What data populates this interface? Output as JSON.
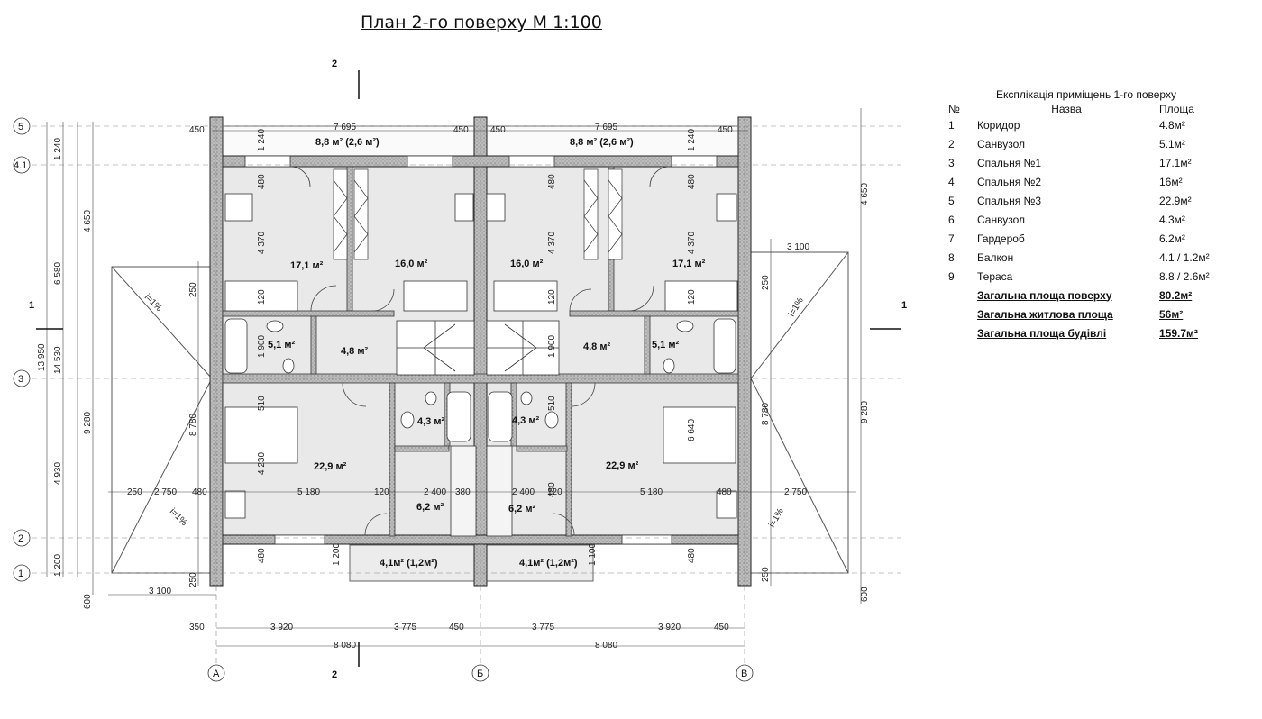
{
  "title": "План 2-го поверху М 1:100",
  "section_marks": [
    "2",
    "2",
    "1",
    "1"
  ],
  "axes_h": [
    "5",
    "4.1",
    "3",
    "2",
    "1"
  ],
  "axes_v": [
    "А",
    "Б",
    "В"
  ],
  "rooms": [
    {
      "id": "balc-top-l",
      "label": "8,8 м² (2,6 м²)"
    },
    {
      "id": "balc-top-r",
      "label": "8,8 м² (2,6 м²)"
    },
    {
      "id": "bed1-l",
      "label": "17,1 м²"
    },
    {
      "id": "bed2-l",
      "label": "16,0 м²"
    },
    {
      "id": "bed2-r",
      "label": "16,0 м²"
    },
    {
      "id": "bed1-r",
      "label": "17,1 м²"
    },
    {
      "id": "bath-l",
      "label": "5,1 м²"
    },
    {
      "id": "corr-l",
      "label": "4,8 м²"
    },
    {
      "id": "corr-r",
      "label": "4,8 м²"
    },
    {
      "id": "bath-r",
      "label": "5,1 м²"
    },
    {
      "id": "wc-l",
      "label": "4,3 м²"
    },
    {
      "id": "wc-r",
      "label": "4,3 м²"
    },
    {
      "id": "bed3-l",
      "label": "22,9 м²"
    },
    {
      "id": "bed3-r",
      "label": "22,9 м²"
    },
    {
      "id": "ward-l",
      "label": "6,2 м²"
    },
    {
      "id": "ward-r",
      "label": "6,2 м²"
    },
    {
      "id": "balc-bot-l",
      "label": "4,1м² (1,2м²)"
    },
    {
      "id": "balc-bot-r",
      "label": "4,1м² (1,2м²)"
    }
  ],
  "dims": {
    "top_7695": "7 695",
    "d450": "450",
    "d1240": "1 240",
    "d4650": "4 650",
    "d6580": "6 580",
    "d13950": "13 950",
    "d14530": "14 530",
    "d9280": "9 280",
    "d4930": "4 930",
    "d8780": "8 780",
    "d1200": "1 200",
    "d600": "600",
    "d3100": "3 100",
    "d250": "250",
    "d480": "480",
    "d4370": "4 370",
    "d120": "120",
    "d1900": "1 900",
    "d510": "510",
    "d4230": "4 230",
    "d6640": "6 640",
    "d2750": "2 750",
    "d5180": "5 180",
    "d2400": "2 400",
    "d380": "380",
    "d1100": "1 100",
    "d350": "350",
    "d3920": "3 920",
    "d3775": "3 775",
    "d8080": "8 080",
    "slope": "i=1%"
  },
  "legend": {
    "title": "Експлікація приміщень 1-го поверху",
    "col_no": "№",
    "col_name": "Назва",
    "col_area": "Площа",
    "rows": [
      {
        "no": "1",
        "name": "Коридор",
        "area": "4.8м²"
      },
      {
        "no": "2",
        "name": "Санвузол",
        "area": "5.1м²"
      },
      {
        "no": "3",
        "name": "Спальня №1",
        "area": "17.1м²"
      },
      {
        "no": "4",
        "name": "Спальня №2",
        "area": "16м²"
      },
      {
        "no": "5",
        "name": "Спальня №3",
        "area": "22.9м²"
      },
      {
        "no": "6",
        "name": "Санвузол",
        "area": "4.3м²"
      },
      {
        "no": "7",
        "name": "Гардероб",
        "area": "6.2м²"
      },
      {
        "no": "8",
        "name": "Балкон",
        "area": "4.1 / 1.2м²"
      },
      {
        "no": "9",
        "name": "Тераса",
        "area": "8.8 / 2.6м²"
      }
    ],
    "totals": [
      {
        "name": "Загальна площа поверху",
        "area": "80.2м²"
      },
      {
        "name": "Загальна житлова площа",
        "area": "56м²"
      },
      {
        "name": "Загальна площа будівлі",
        "area": "159.7м²"
      }
    ]
  }
}
